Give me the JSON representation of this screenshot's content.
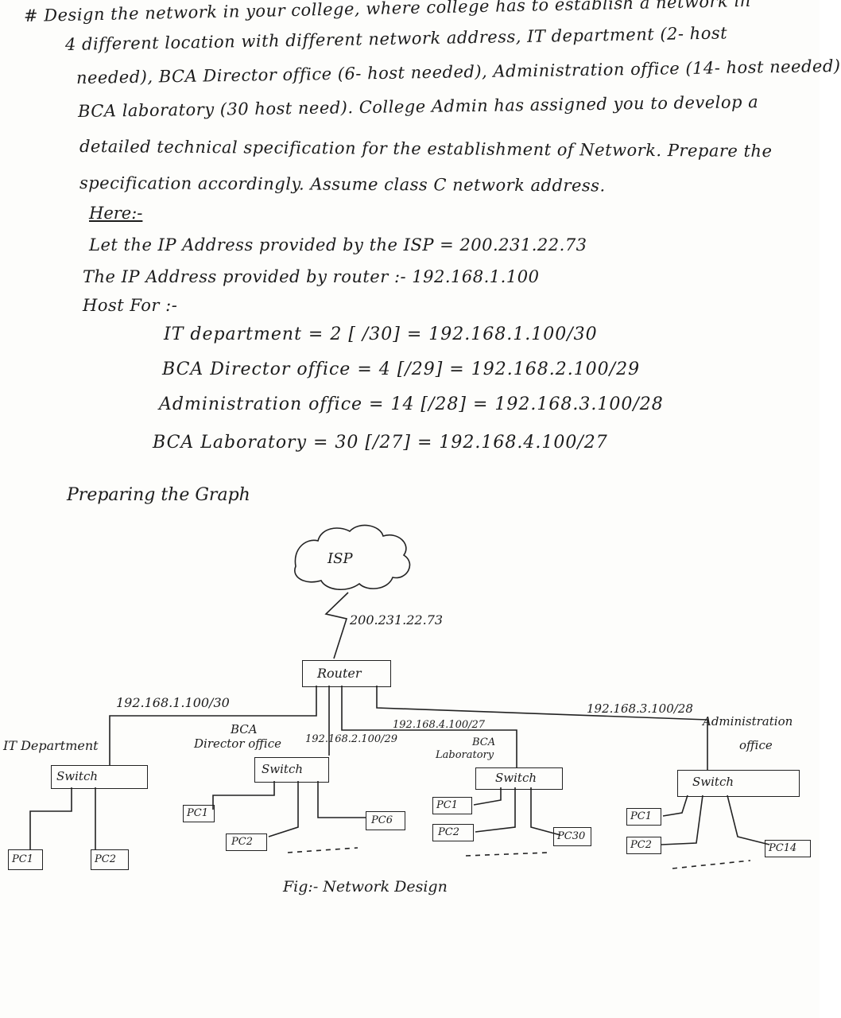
{
  "question": {
    "lines": [
      "# Design the network in your college, where college has to establish a network in",
      "4 different location with different network address, IT department (2- host",
      "needed), BCA Director office (6- host needed), Administration office (14- host needed)",
      "BCA laboratory (30 host need). College Admin has assigned you to develop a",
      "detailed technical specification for the establishment of Network. Prepare the",
      "specification accordingly. Assume class C network address."
    ]
  },
  "answer": {
    "here_label": "Here:-",
    "isp_line": "Let the IP Address provided by the ISP = 200.231.22.73",
    "router_line": "The IP Address provided by router :- 192.168.1.100",
    "host_for": "Host For :-",
    "hosts": [
      "IT department = 2 [ /30] = 192.168.1.100/30",
      "BCA Director office = 4 [/29] = 192.168.2.100/29",
      "Administration office = 14 [/28] = 192.168.3.100/28",
      "BCA Laboratory = 30 [/27] = 192.168.4.100/27"
    ],
    "graph_heading": "Preparing the Graph"
  },
  "diagram": {
    "isp": "ISP",
    "isp_ip": "200.231.22.73",
    "router": "Router",
    "it": {
      "ip": "192.168.1.100/30",
      "name": "IT Department",
      "switch": "Switch",
      "pcs": [
        "PC1",
        "PC2"
      ]
    },
    "director": {
      "name_line1": "BCA",
      "name_line2": "Director office",
      "ip": "192.168.2.100/29",
      "switch": "Switch",
      "pcs": [
        "PC1",
        "PC2",
        "PC6"
      ]
    },
    "lab": {
      "ip": "192.168.4.100/27",
      "name_line1": "BCA",
      "name_line2": "Laboratory",
      "switch": "Switch",
      "pcs": [
        "PC1",
        "PC2",
        "PC30"
      ]
    },
    "admin": {
      "ip": "192.168.3.100/28",
      "name_line1": "Administration",
      "name_line2": "office",
      "switch": "Switch",
      "pcs": [
        "PC1",
        "PC2",
        "PC14"
      ]
    },
    "caption": "Fig:- Network Design"
  }
}
